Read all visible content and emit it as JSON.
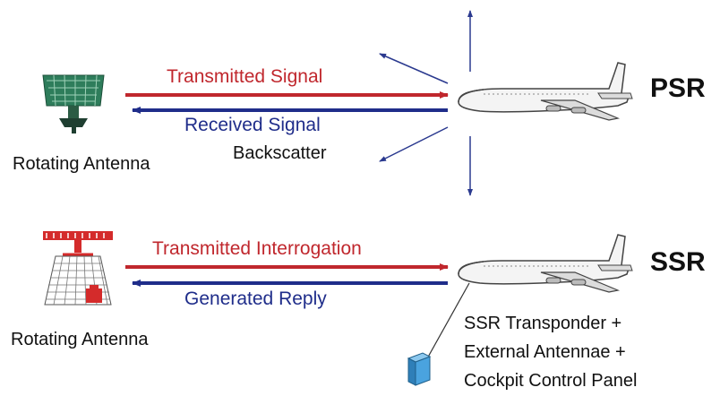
{
  "psr": {
    "label": "PSR",
    "transmitted": "Transmitted Signal",
    "received": "Received Signal",
    "backscatter": "Backscatter",
    "antenna_label": "Rotating Antenna"
  },
  "ssr": {
    "label": "SSR",
    "transmitted": "Transmitted Interrogation",
    "reply": "Generated Reply",
    "antenna_label": "Rotating Antenna",
    "transponder_line1": "SSR Transponder +",
    "transponder_line2": "External Antennae +",
    "transponder_line3": "Cockpit Control Panel"
  },
  "colors": {
    "transmit": "#c0272d",
    "receive": "#1f2d8a",
    "scatter": "#2b3a8f",
    "antenna_green": "#2e7d5b",
    "antenna_red": "#d42b2b",
    "transponder": "#4aa3df"
  }
}
